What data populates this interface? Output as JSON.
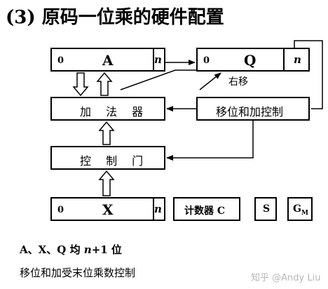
{
  "title": "(3) 原码一位乘的硬件配置",
  "registers": {
    "a": {
      "left": "0",
      "name": "A",
      "right": "n"
    },
    "q": {
      "left": "0",
      "name": "Q",
      "right": "n"
    },
    "x": {
      "left": "0",
      "name": "X",
      "right": "n"
    }
  },
  "q_ext": "n",
  "adder": "加 法 器",
  "shift_control": "移位和加控制",
  "gate": "控 制 门",
  "counter": "计数器 C",
  "s_box": "S",
  "gm_box": {
    "main": "G",
    "sub": "M"
  },
  "shift_label": "右移",
  "notes": {
    "line1_prefix": "A、X、Q 均 ",
    "line1_var": "n",
    "line1_suffix": "+1 位",
    "line2": "移位和加受末位乘数控制"
  },
  "watermark": "知乎 @Andy Liu"
}
